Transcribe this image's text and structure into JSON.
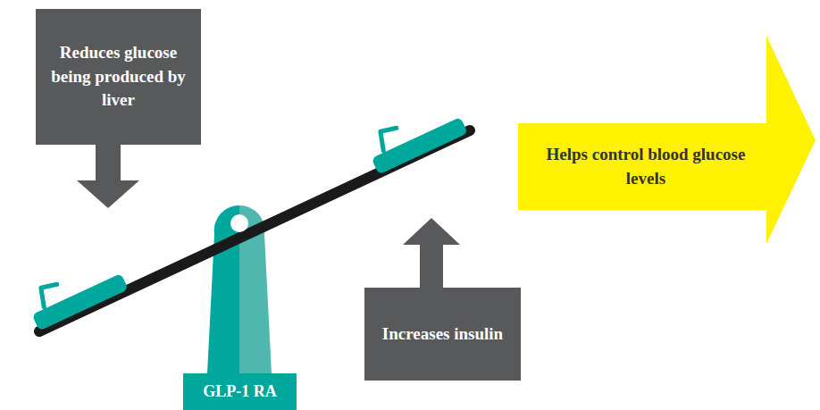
{
  "diagram": {
    "nodes": [
      {
        "text": [
          "Reduces glucose being produced by liver"
        ]
      },
      {
        "text": [
          "Helps control blood glucose levels"
        ]
      },
      {
        "text": [
          "Increases insulin"
        ]
      },
      {
        "text": [
          "GLP-1 RA"
        ]
      }
    ]
  }
}
